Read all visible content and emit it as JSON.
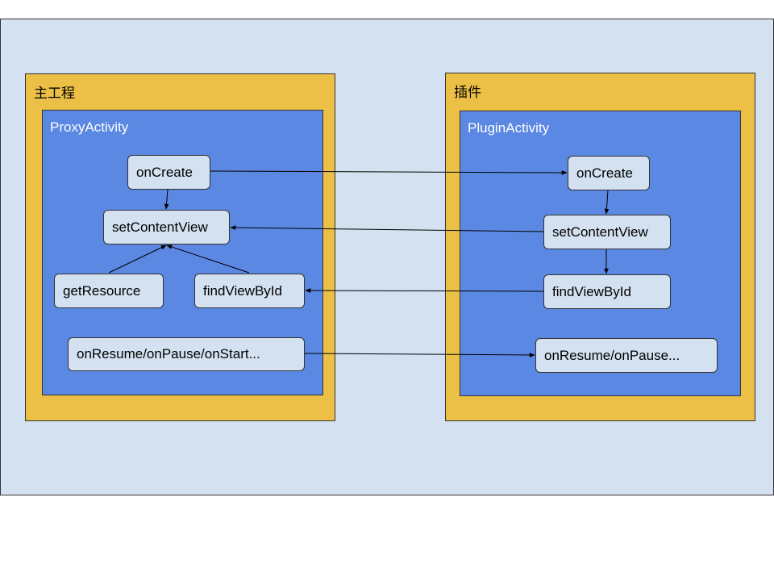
{
  "host": {
    "title": "主工程",
    "activity": "ProxyActivity",
    "methods": {
      "on_create": "onCreate",
      "set_content_view": "setContentView",
      "get_resource": "getResource",
      "find_view_by_id": "findViewById",
      "lifecycle": "onResume/onPause/onStart..."
    }
  },
  "plugin": {
    "title": "插件",
    "activity": "PluginActivity",
    "methods": {
      "on_create": "onCreate",
      "set_content_view": "setContentView",
      "find_view_by_id": "findViewById",
      "lifecycle": "onResume/onPause..."
    }
  },
  "colors": {
    "background": "#d3e1f0",
    "project": "#ecc047",
    "activity": "#5b88e2",
    "method": "#d3e1f0"
  }
}
